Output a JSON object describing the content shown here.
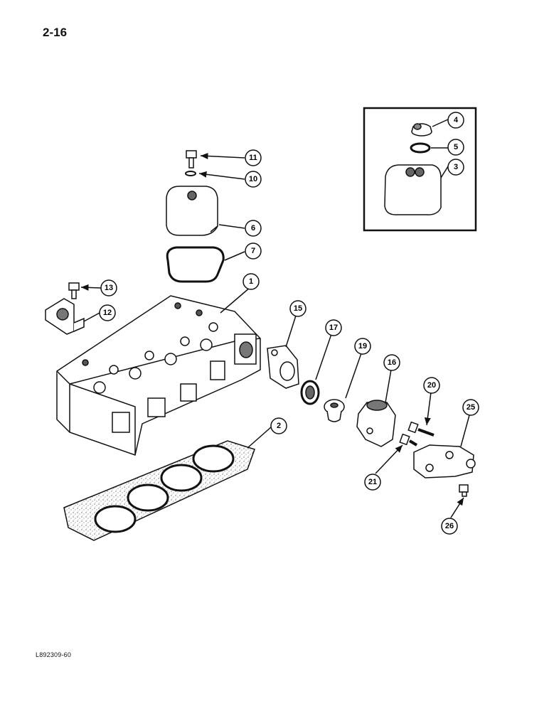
{
  "page": {
    "number": "2-16",
    "figure_id": "L892309-60"
  },
  "callouts": [
    {
      "id": "c11",
      "label": "11"
    },
    {
      "id": "c10",
      "label": "10"
    },
    {
      "id": "c6",
      "label": "6"
    },
    {
      "id": "c7",
      "label": "7"
    },
    {
      "id": "c13",
      "label": "13"
    },
    {
      "id": "c12",
      "label": "12"
    },
    {
      "id": "c1",
      "label": "1"
    },
    {
      "id": "c15",
      "label": "15"
    },
    {
      "id": "c17",
      "label": "17"
    },
    {
      "id": "c19",
      "label": "19"
    },
    {
      "id": "c16",
      "label": "16"
    },
    {
      "id": "c20",
      "label": "20"
    },
    {
      "id": "c25",
      "label": "25"
    },
    {
      "id": "c2",
      "label": "2"
    },
    {
      "id": "c21",
      "label": "21"
    },
    {
      "id": "c26",
      "label": "26"
    },
    {
      "id": "c4",
      "label": "4"
    },
    {
      "id": "c5",
      "label": "5"
    },
    {
      "id": "c3",
      "label": "3"
    }
  ]
}
